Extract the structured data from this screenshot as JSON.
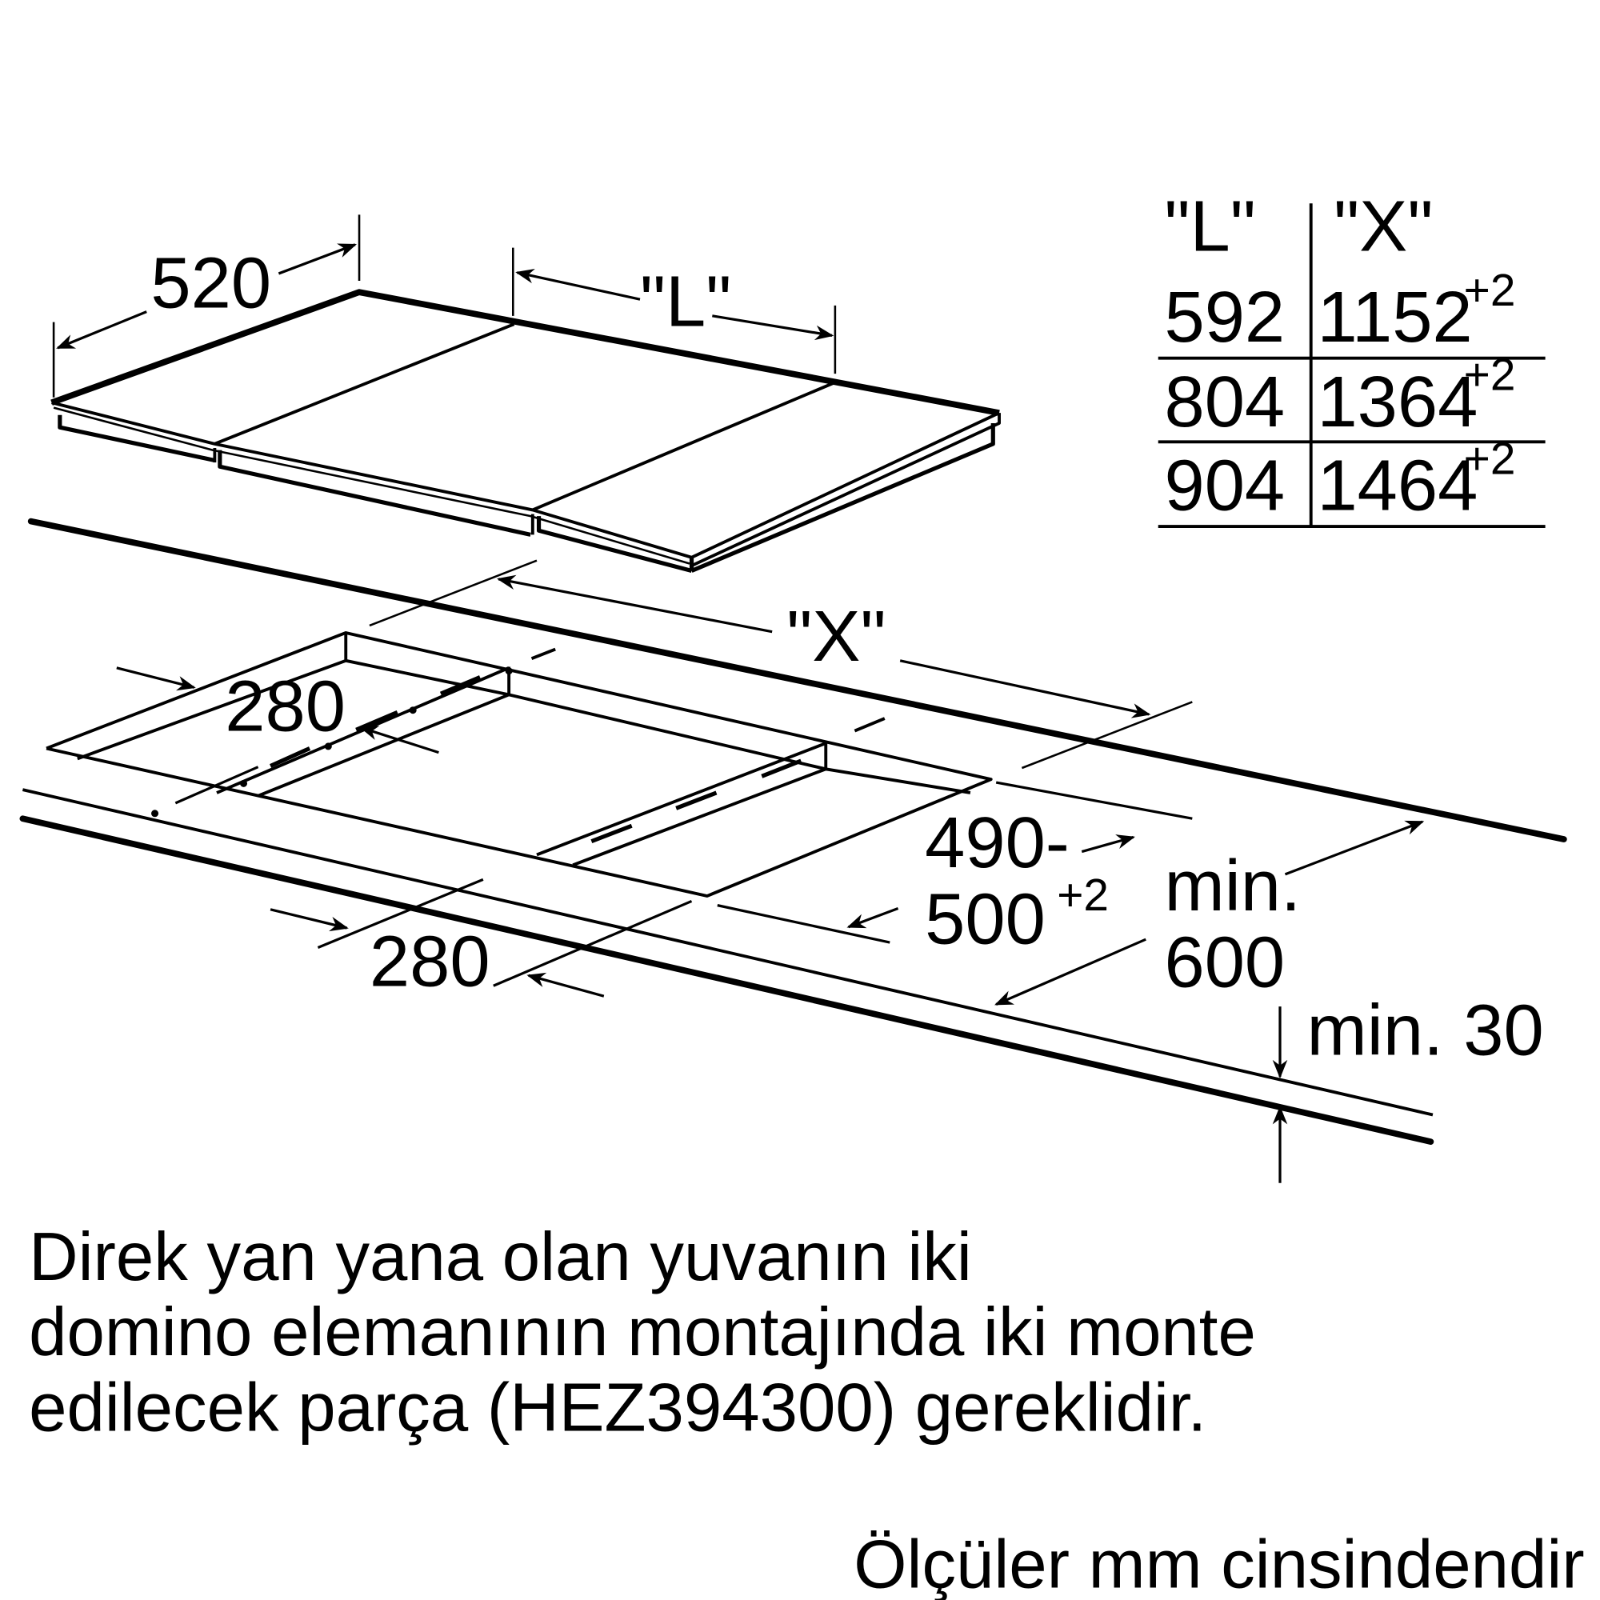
{
  "diagram": {
    "colors": {
      "line": "#000000",
      "background": "#ffffff"
    },
    "cooktop_dims": {
      "depth": "520",
      "length": "\"L\""
    },
    "cutout_dims": {
      "total_width": "\"X\"",
      "element_spacing_back": "280",
      "element_spacing_front": "280",
      "depth_line1": "490-",
      "depth_line2": "500",
      "depth_tolerance": "+2",
      "worktop_depth_line1": "min.",
      "worktop_depth_line2": "600",
      "edge_distance": "min. 30"
    },
    "table": {
      "headers": [
        "\"L\"",
        "\"X\""
      ],
      "rows": [
        {
          "L": "592",
          "X": "1152",
          "tol": "+2"
        },
        {
          "L": "804",
          "X": "1364",
          "tol": "+2"
        },
        {
          "L": "904",
          "X": "1464",
          "tol": "+2"
        }
      ]
    },
    "note_lines": [
      "Direk yan yana olan yuvanın iki",
      "domino elemanının montajında iki monte",
      "edilecek parça (HEZ394300) gereklidir."
    ],
    "units_note": "Ölçüler mm cinsindendir"
  }
}
